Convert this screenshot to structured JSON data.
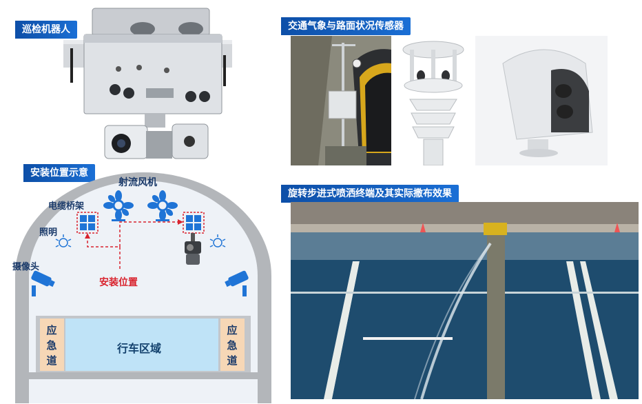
{
  "robot": {
    "label": "巡检机器人"
  },
  "install": {
    "label": "安装位置示意",
    "fan_label": "射流风机",
    "cable_label": "电缆桥架",
    "light_label": "照明",
    "camera_label": "摄像头",
    "position_label": "安装位置",
    "lane_label": "行车区域",
    "emergency_left": [
      "应",
      "急",
      "道"
    ],
    "emergency_right": [
      "应",
      "急",
      "道"
    ]
  },
  "sensor": {
    "label": "交通气象与路面状况传感器"
  },
  "spray": {
    "label": "旋转步进式喷洒终端及其实际撒布效果"
  },
  "colors": {
    "title_bar": "#1764c4",
    "accent_red": "#d9232e",
    "tunnel_gray": "#b3b6ba",
    "tunnel_inner": "#eef2f7",
    "lane_blue": "#bfe3f7",
    "emergency_orange": "#f6d7b6",
    "icon_blue": "#1f74d6"
  }
}
